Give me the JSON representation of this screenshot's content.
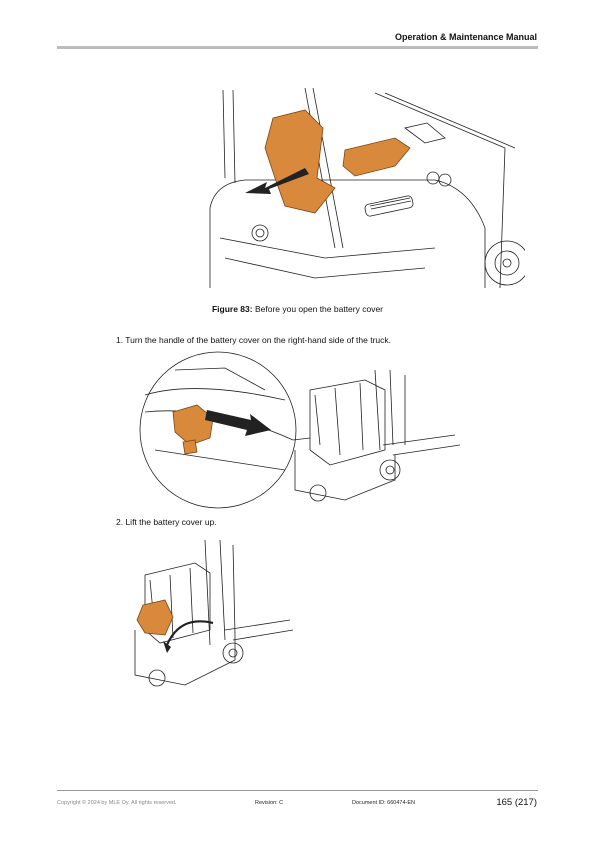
{
  "header": {
    "title": "Operation & Maintenance Manual"
  },
  "figure": {
    "label": "Figure 83:",
    "caption": " Before you open the battery cover"
  },
  "steps": [
    {
      "text": "1. Turn the handle of the battery cover on the right-hand side of the truck."
    },
    {
      "text": "2. Lift the battery cover up."
    }
  ],
  "footer": {
    "copyright": "Copyright © 2024 by MLE Oy. All rights reserved.",
    "revision": "Revision: C",
    "document_id": "Document ID: 660474-EN",
    "page": "165 (217)"
  },
  "colors": {
    "accent_orange": "#d9893b",
    "rule_gray": "#bcbcbc"
  }
}
